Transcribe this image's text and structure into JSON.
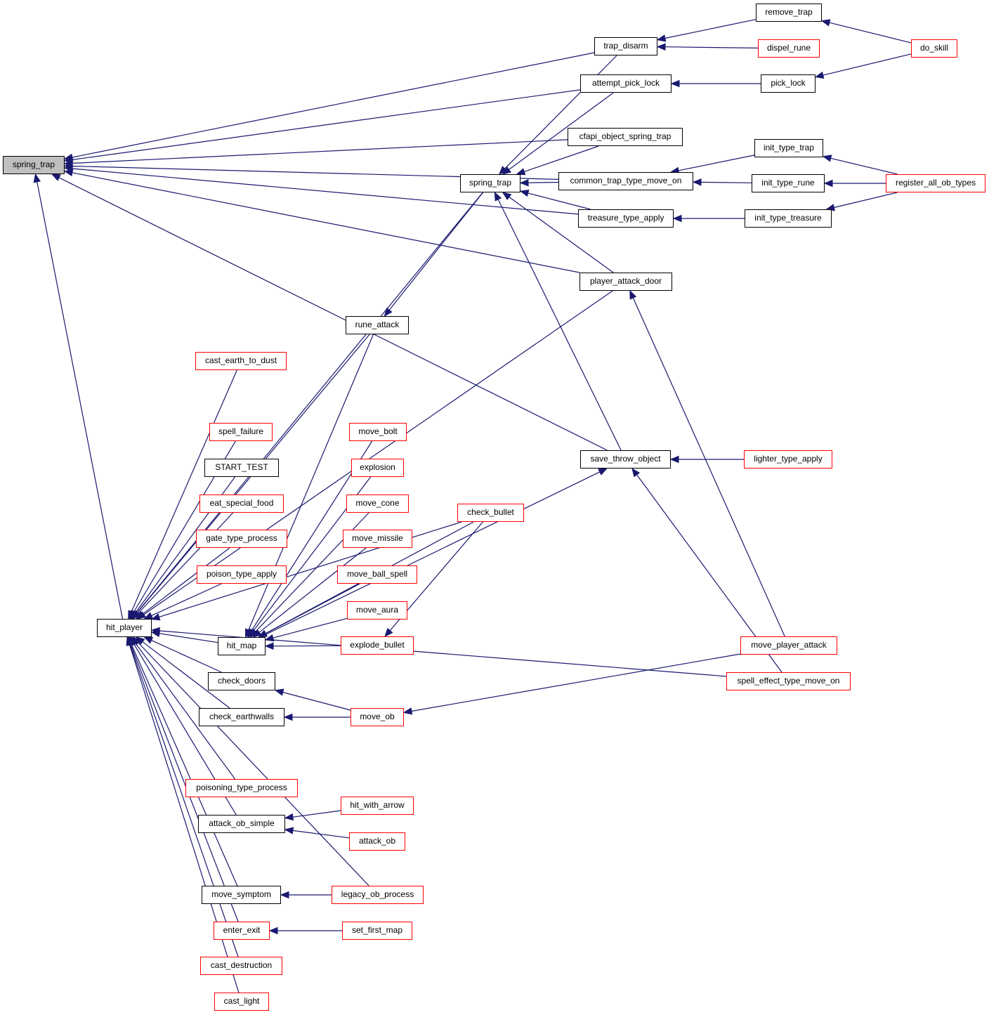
{
  "title": "spring_trap caller graph",
  "colors": {
    "edge": "#191970",
    "root_fill": "#bfbfbf",
    "documented_border": "#000000",
    "undocumented_border": "#ff0000"
  },
  "nodes": {
    "n_spring_trap_root": {
      "label": "spring_trap",
      "kind": "root"
    },
    "n_hit_player": {
      "label": "hit_player",
      "kind": "black"
    },
    "n_trap_disarm": {
      "label": "trap_disarm",
      "kind": "black"
    },
    "n_remove_trap": {
      "label": "remove_trap",
      "kind": "black"
    },
    "n_dispel_rune": {
      "label": "dispel_rune",
      "kind": "red"
    },
    "n_do_skill": {
      "label": "do_skill",
      "kind": "red"
    },
    "n_attempt_pick_lock": {
      "label": "attempt_pick_lock",
      "kind": "black"
    },
    "n_pick_lock": {
      "label": "pick_lock",
      "kind": "black"
    },
    "n_cfapi": {
      "label": "cfapi_object_spring_trap",
      "kind": "black"
    },
    "n_spring_trap2": {
      "label": "spring_trap",
      "kind": "black"
    },
    "n_common_trap": {
      "label": "common_trap_type_move_on",
      "kind": "black"
    },
    "n_init_type_trap": {
      "label": "init_type_trap",
      "kind": "black"
    },
    "n_init_type_rune": {
      "label": "init_type_rune",
      "kind": "black"
    },
    "n_register_all": {
      "label": "register_all_ob_types",
      "kind": "red"
    },
    "n_treasure_apply": {
      "label": "treasure_type_apply",
      "kind": "black"
    },
    "n_init_type_treasure": {
      "label": "init_type_treasure",
      "kind": "black"
    },
    "n_player_attack_door": {
      "label": "player_attack_door",
      "kind": "black"
    },
    "n_rune_attack": {
      "label": "rune_attack",
      "kind": "black"
    },
    "n_cast_earth": {
      "label": "cast_earth_to_dust",
      "kind": "red"
    },
    "n_spell_failure": {
      "label": "spell_failure",
      "kind": "red"
    },
    "n_start_test": {
      "label": "START_TEST",
      "kind": "black"
    },
    "n_eat_special": {
      "label": "eat_special_food",
      "kind": "red"
    },
    "n_gate_type": {
      "label": "gate_type_process",
      "kind": "red"
    },
    "n_poison_apply": {
      "label": "poison_type_apply",
      "kind": "red"
    },
    "n_move_bolt": {
      "label": "move_bolt",
      "kind": "red"
    },
    "n_explosion": {
      "label": "explosion",
      "kind": "red"
    },
    "n_move_cone": {
      "label": "move_cone",
      "kind": "red"
    },
    "n_move_missile": {
      "label": "move_missile",
      "kind": "red"
    },
    "n_move_ball": {
      "label": "move_ball_spell",
      "kind": "red"
    },
    "n_move_aura": {
      "label": "move_aura",
      "kind": "red"
    },
    "n_check_bullet": {
      "label": "check_bullet",
      "kind": "red"
    },
    "n_hit_map": {
      "label": "hit_map",
      "kind": "black"
    },
    "n_explode_bullet": {
      "label": "explode_bullet",
      "kind": "red"
    },
    "n_save_throw": {
      "label": "save_throw_object",
      "kind": "black"
    },
    "n_lighter_apply": {
      "label": "lighter_type_apply",
      "kind": "red"
    },
    "n_move_player_attack": {
      "label": "move_player_attack",
      "kind": "red"
    },
    "n_spell_effect": {
      "label": "spell_effect_type_move_on",
      "kind": "red"
    },
    "n_check_doors": {
      "label": "check_doors",
      "kind": "black"
    },
    "n_check_earthwalls": {
      "label": "check_earthwalls",
      "kind": "black"
    },
    "n_move_ob": {
      "label": "move_ob",
      "kind": "red"
    },
    "n_poisoning": {
      "label": "poisoning_type_process",
      "kind": "red"
    },
    "n_attack_ob_simple": {
      "label": "attack_ob_simple",
      "kind": "black"
    },
    "n_hit_with_arrow": {
      "label": "hit_with_arrow",
      "kind": "red"
    },
    "n_attack_ob": {
      "label": "attack_ob",
      "kind": "red"
    },
    "n_move_symptom": {
      "label": "move_symptom",
      "kind": "black"
    },
    "n_legacy_ob": {
      "label": "legacy_ob_process",
      "kind": "red"
    },
    "n_enter_exit": {
      "label": "enter_exit",
      "kind": "red"
    },
    "n_set_first_map": {
      "label": "set_first_map",
      "kind": "red"
    },
    "n_cast_destruction": {
      "label": "cast_destruction",
      "kind": "red"
    },
    "n_cast_light": {
      "label": "cast_light",
      "kind": "red"
    }
  },
  "edges": [
    {
      "from": "n_trap_disarm",
      "to": "n_spring_trap_root"
    },
    {
      "from": "n_attempt_pick_lock",
      "to": "n_spring_trap_root"
    },
    {
      "from": "n_cfapi",
      "to": "n_spring_trap_root"
    },
    {
      "from": "n_common_trap",
      "to": "n_spring_trap_root"
    },
    {
      "from": "n_treasure_apply",
      "to": "n_spring_trap_root"
    },
    {
      "from": "n_player_attack_door",
      "to": "n_spring_trap_root"
    },
    {
      "from": "n_save_throw",
      "to": "n_spring_trap_root"
    },
    {
      "from": "n_hit_player",
      "to": "n_spring_trap_root"
    },
    {
      "from": "n_remove_trap",
      "to": "n_trap_disarm"
    },
    {
      "from": "n_dispel_rune",
      "to": "n_trap_disarm"
    },
    {
      "from": "n_do_skill",
      "to": "n_remove_trap"
    },
    {
      "from": "n_do_skill",
      "to": "n_pick_lock"
    },
    {
      "from": "n_pick_lock",
      "to": "n_attempt_pick_lock"
    },
    {
      "from": "n_trap_disarm",
      "to": "n_spring_trap2"
    },
    {
      "from": "n_attempt_pick_lock",
      "to": "n_spring_trap2"
    },
    {
      "from": "n_cfapi",
      "to": "n_spring_trap2"
    },
    {
      "from": "n_common_trap",
      "to": "n_spring_trap2"
    },
    {
      "from": "n_treasure_apply",
      "to": "n_spring_trap2"
    },
    {
      "from": "n_player_attack_door",
      "to": "n_spring_trap2"
    },
    {
      "from": "n_save_throw",
      "to": "n_spring_trap2"
    },
    {
      "from": "n_spring_trap2",
      "to": "n_rune_attack"
    },
    {
      "from": "n_init_type_trap",
      "to": "n_common_trap"
    },
    {
      "from": "n_init_type_rune",
      "to": "n_common_trap"
    },
    {
      "from": "n_register_all",
      "to": "n_init_type_trap"
    },
    {
      "from": "n_register_all",
      "to": "n_init_type_rune"
    },
    {
      "from": "n_register_all",
      "to": "n_init_type_treasure"
    },
    {
      "from": "n_init_type_treasure",
      "to": "n_treasure_apply"
    },
    {
      "from": "n_move_player_attack",
      "to": "n_player_attack_door"
    },
    {
      "from": "n_lighter_apply",
      "to": "n_save_throw"
    },
    {
      "from": "n_hit_map",
      "to": "n_save_throw"
    },
    {
      "from": "n_spell_effect",
      "to": "n_save_throw"
    },
    {
      "from": "n_spring_trap2",
      "to": "n_hit_player"
    },
    {
      "from": "n_rune_attack",
      "to": "n_hit_player"
    },
    {
      "from": "n_cast_earth",
      "to": "n_hit_player"
    },
    {
      "from": "n_player_attack_door",
      "to": "n_hit_player"
    },
    {
      "from": "n_spell_failure",
      "to": "n_hit_player"
    },
    {
      "from": "n_start_test",
      "to": "n_hit_player"
    },
    {
      "from": "n_eat_special",
      "to": "n_hit_player"
    },
    {
      "from": "n_gate_type",
      "to": "n_hit_player"
    },
    {
      "from": "n_poison_apply",
      "to": "n_hit_player"
    },
    {
      "from": "n_check_bullet",
      "to": "n_hit_player"
    },
    {
      "from": "n_hit_map",
      "to": "n_hit_player"
    },
    {
      "from": "n_check_doors",
      "to": "n_hit_player"
    },
    {
      "from": "n_check_earthwalls",
      "to": "n_hit_player"
    },
    {
      "from": "n_spell_effect",
      "to": "n_hit_player"
    },
    {
      "from": "n_poisoning",
      "to": "n_hit_player"
    },
    {
      "from": "n_attack_ob_simple",
      "to": "n_hit_player"
    },
    {
      "from": "n_legacy_ob",
      "to": "n_hit_player"
    },
    {
      "from": "n_move_symptom",
      "to": "n_hit_player"
    },
    {
      "from": "n_enter_exit",
      "to": "n_hit_player"
    },
    {
      "from": "n_cast_destruction",
      "to": "n_hit_player"
    },
    {
      "from": "n_cast_light",
      "to": "n_hit_player"
    },
    {
      "from": "n_rune_attack",
      "to": "n_hit_map"
    },
    {
      "from": "n_move_bolt",
      "to": "n_hit_map"
    },
    {
      "from": "n_explosion",
      "to": "n_hit_map"
    },
    {
      "from": "n_move_cone",
      "to": "n_hit_map"
    },
    {
      "from": "n_move_missile",
      "to": "n_hit_map"
    },
    {
      "from": "n_move_ball",
      "to": "n_hit_map"
    },
    {
      "from": "n_move_aura",
      "to": "n_hit_map"
    },
    {
      "from": "n_explode_bullet",
      "to": "n_hit_map"
    },
    {
      "from": "n_check_bullet",
      "to": "n_hit_map"
    },
    {
      "from": "n_check_bullet",
      "to": "n_explode_bullet"
    },
    {
      "from": "n_move_ob",
      "to": "n_check_doors"
    },
    {
      "from": "n_move_ob",
      "to": "n_check_earthwalls"
    },
    {
      "from": "n_move_player_attack",
      "to": "n_move_ob"
    },
    {
      "from": "n_hit_with_arrow",
      "to": "n_attack_ob_simple"
    },
    {
      "from": "n_attack_ob",
      "to": "n_attack_ob_simple"
    },
    {
      "from": "n_legacy_ob",
      "to": "n_move_symptom"
    },
    {
      "from": "n_set_first_map",
      "to": "n_enter_exit"
    }
  ]
}
